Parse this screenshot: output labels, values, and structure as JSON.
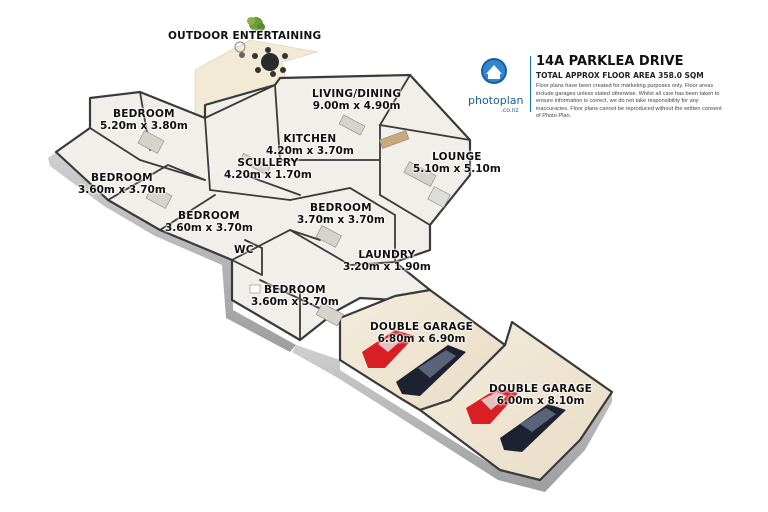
{
  "property": {
    "title": "14A PARKLEA DRIVE",
    "floor_area": "TOTAL APPROX FLOOR AREA 358.0 SQM",
    "disclaimer": "Floor plans have been created for marketing purposes only. Floor areas include garages unless stated otherwise. Whilst all care has been taken to ensure information is correct, we do not take responsibility for any inaccuracies. Floor plans cannot be reproduced without the written consent of Photo Plan."
  },
  "brand": {
    "name": "photoplan",
    "domain": ".co.nz"
  },
  "rooms": [
    {
      "name": "OUTDOOR ENTERTAINING",
      "dims": ""
    },
    {
      "name": "LIVING/DINING",
      "dims": "9.00m x 4.90m"
    },
    {
      "name": "BEDROOM",
      "dims": "5.20m x 3.80m"
    },
    {
      "name": "KITCHEN",
      "dims": "4.20m x 3.70m"
    },
    {
      "name": "SCULLERY",
      "dims": "4.20m x 1.70m"
    },
    {
      "name": "LOUNGE",
      "dims": "5.10m x 5.10m"
    },
    {
      "name": "BEDROOM",
      "dims": "3.60m x 3.70m"
    },
    {
      "name": "BEDROOM",
      "dims": "3.60m x 3.70m"
    },
    {
      "name": "BEDROOM",
      "dims": "3.70m x 3.70m"
    },
    {
      "name": "WC",
      "dims": ""
    },
    {
      "name": "LAUNDRY",
      "dims": "3.20m x 1.90m"
    },
    {
      "name": "BEDROOM",
      "dims": "3.60m x 3.70m"
    },
    {
      "name": "DOUBLE GARAGE",
      "dims": "6.80m x 6.90m"
    },
    {
      "name": "DOUBLE GARAGE",
      "dims": "6.00m x 8.10m"
    }
  ],
  "colors": {
    "floor": "#f1efe9",
    "deck": "#f3ead6",
    "garage_floor": "#efe6d5",
    "wall": "#3a3a3a",
    "exterior_wall": "#bdbdbd",
    "brand_blue": "#1b5e9e",
    "car_red": "#d81f26",
    "car_navy": "#1d2233"
  }
}
